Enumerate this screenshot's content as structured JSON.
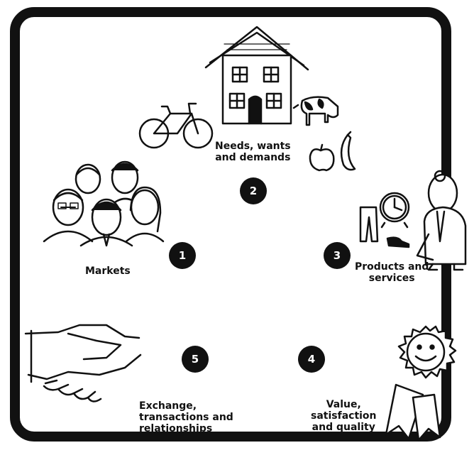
{
  "steps": [
    {
      "number": "1",
      "label": "Markets"
    },
    {
      "number": "2",
      "label": "Needs, wants\nand demands"
    },
    {
      "number": "3",
      "label": "Products and\nservices"
    },
    {
      "number": "4",
      "label": "Value,\nsatisfaction\nand quality"
    },
    {
      "number": "5",
      "label": "Exchange,\ntransactions and\nrelationships"
    }
  ],
  "icons": [
    "house-icon",
    "bicycle-icon",
    "cow-icon",
    "apple-icon",
    "banana-icon",
    "people-group-icon",
    "clock-icon",
    "trousers-icon",
    "shoe-icon",
    "doctor-icon",
    "handshake-icon",
    "smiley-rosette-icon"
  ]
}
